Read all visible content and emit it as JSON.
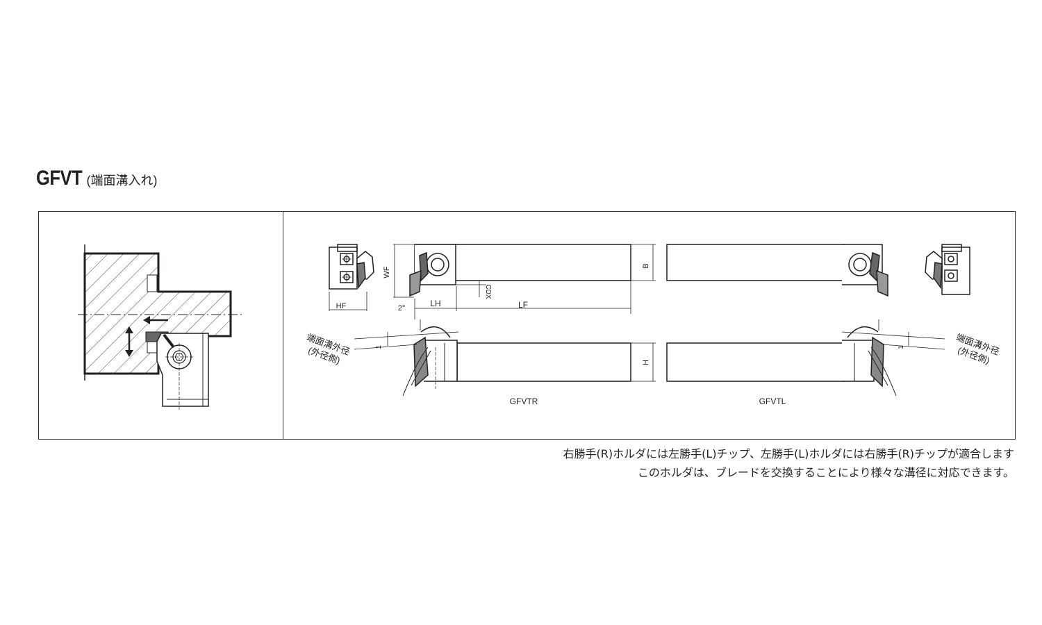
{
  "title": {
    "code": "GFVT",
    "subtitle": "(端面溝入れ)"
  },
  "labels": {
    "hf": "HF",
    "wf": "WF",
    "cdx": "CDX",
    "lh": "LH",
    "lf": "LF",
    "b": "B",
    "h": "H",
    "angle": "2°",
    "one_left": "1",
    "one_right": "1",
    "face_groove_left": "端面溝外径",
    "face_groove_left_sub": "(外径側)",
    "face_groove_right": "端面溝外径",
    "face_groove_right_sub": "(外径側)",
    "model_right": "GFVTR",
    "model_left": "GFVTL"
  },
  "notes": {
    "line1": "右勝手(R)ホルダには左勝手(L)チップ、左勝手(L)ホルダには右勝手(R)チップが適合します",
    "line2": "このホルダは、ブレードを交換することにより様々な溝径に対応できます。"
  }
}
